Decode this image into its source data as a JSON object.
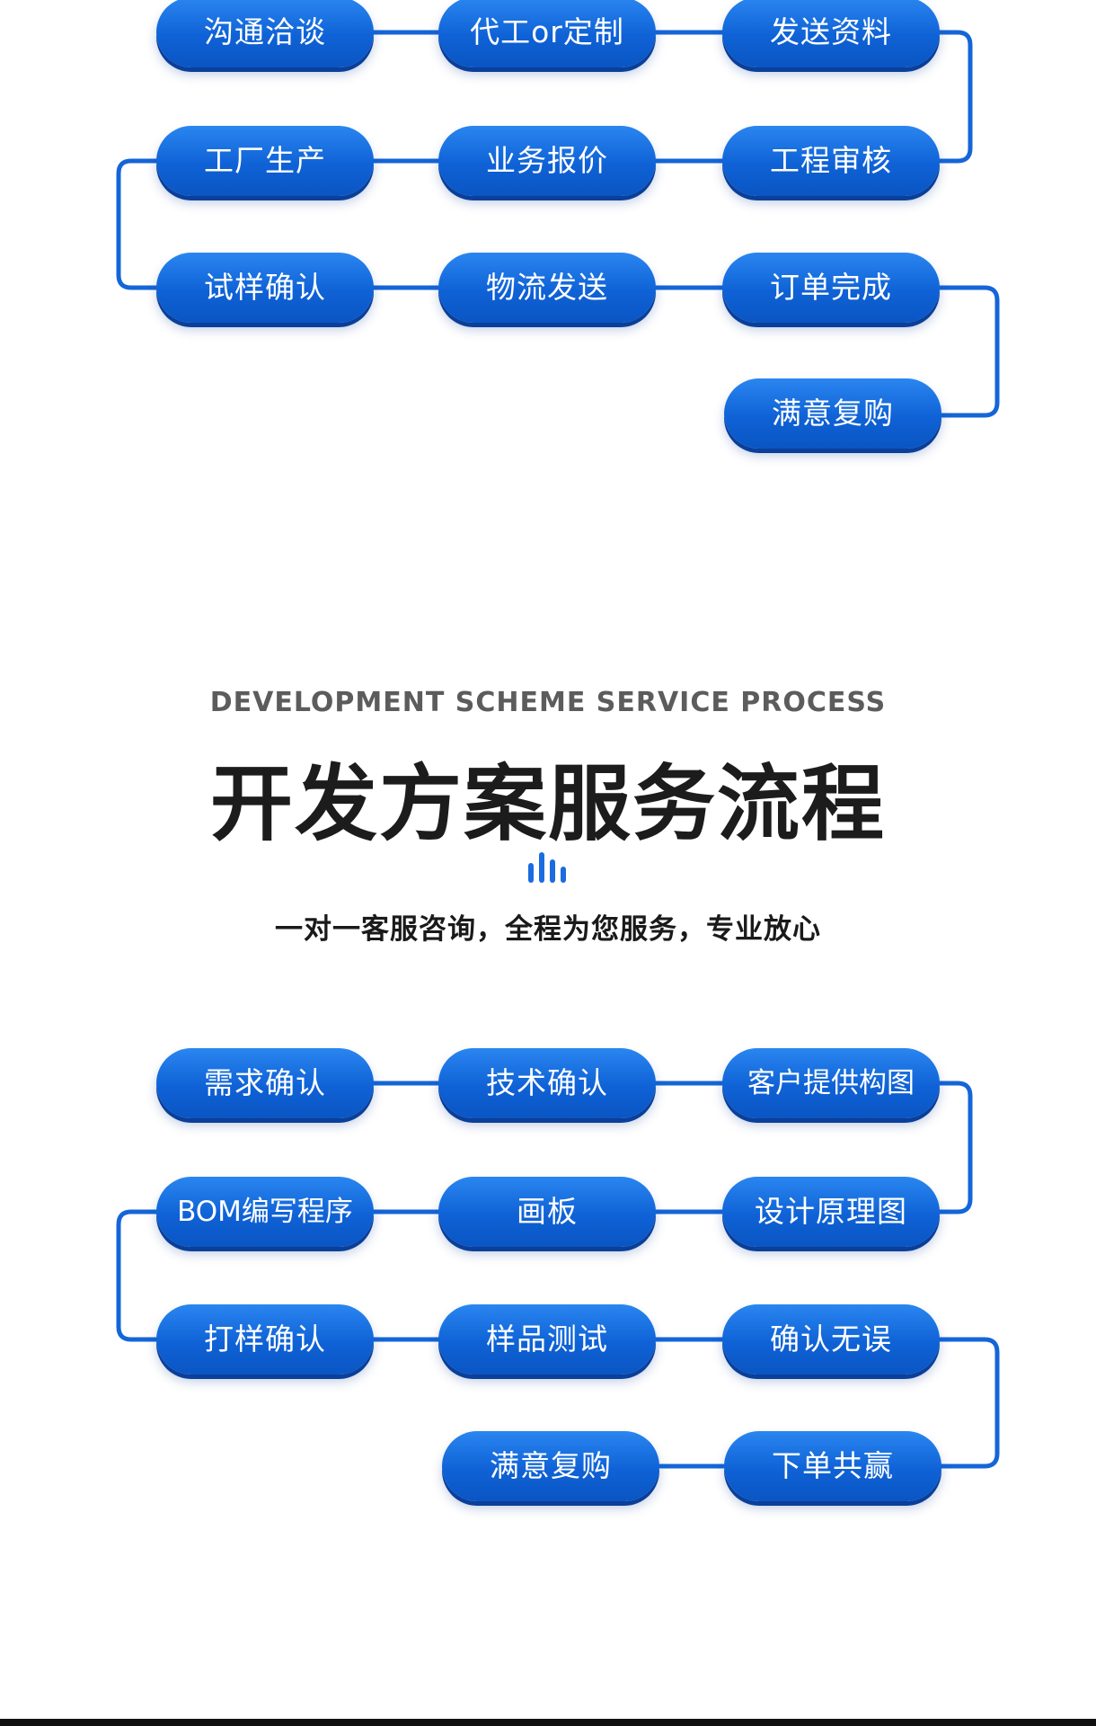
{
  "flow_top": {
    "steps": [
      "沟通洽谈",
      "代工or定制",
      "发送资料",
      "工程审核",
      "业务报价",
      "工厂生产",
      "试样确认",
      "物流发送",
      "订单完成",
      "满意复购"
    ]
  },
  "section": {
    "title_en": "DEVELOPMENT SCHEME SERVICE PROCESS",
    "title_cn": "开发方案服务流程",
    "subtitle": "一对一客服咨询，全程为您服务，专业放心"
  },
  "flow_bottom": {
    "steps": [
      "需求确认",
      "技术确认",
      "客户提供构图",
      "设计原理图",
      "画板",
      "BOM编写程序",
      "打样确认",
      "样品测试",
      "确认无误",
      "下单共赢",
      "满意复购"
    ]
  },
  "colors": {
    "pill": "#0f62d6",
    "connector": "#1565d8",
    "title": "#1c1c1c",
    "title_en": "#5c5c5c"
  }
}
